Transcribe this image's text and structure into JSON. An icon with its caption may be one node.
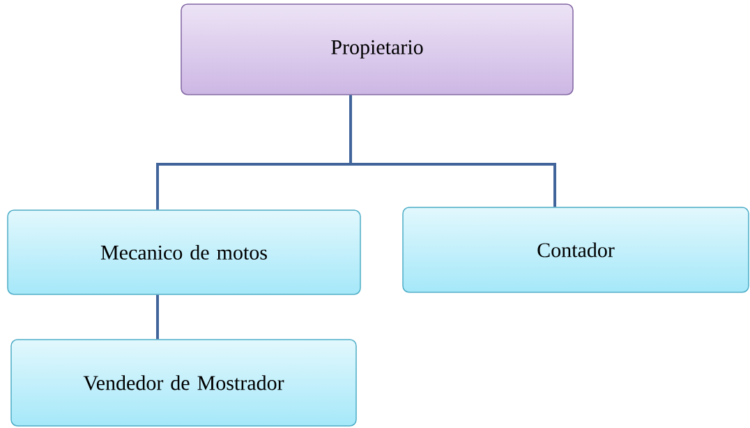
{
  "diagram": {
    "nodes": [
      {
        "text": [
          "Propietario"
        ]
      },
      {
        "text": [
          "Mecanico de motos"
        ]
      },
      {
        "text": [
          "Contador"
        ]
      },
      {
        "text": [
          "Vendedor de Mostrador"
        ]
      }
    ],
    "edges": [
      {
        "from": 0,
        "to": 1,
        "arrow": "none"
      },
      {
        "from": 0,
        "to": 2,
        "arrow": "none"
      },
      {
        "from": 1,
        "to": 3,
        "arrow": "none"
      }
    ]
  }
}
